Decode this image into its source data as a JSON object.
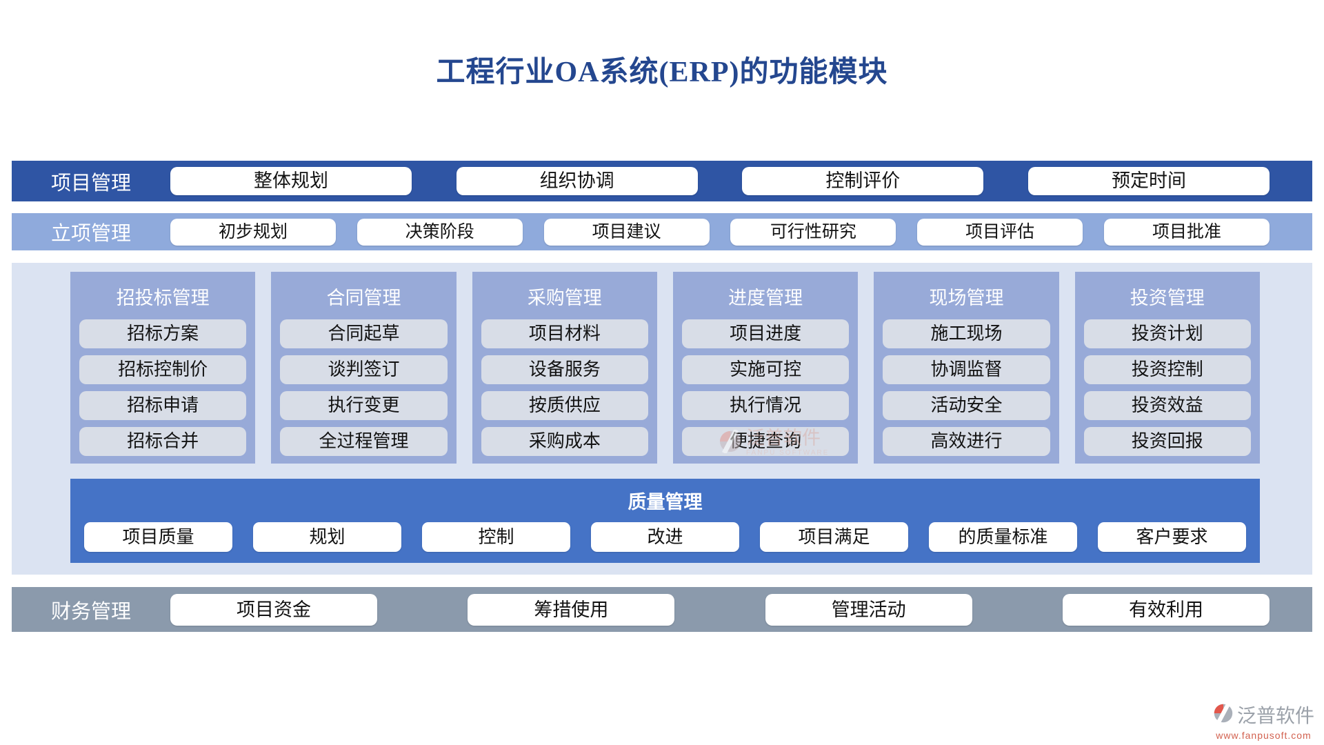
{
  "title": "工程行业OA系统(ERP)的功能模块",
  "rows": {
    "project": {
      "label": "项目管理",
      "items": [
        "整体规划",
        "组织协调",
        "控制评价",
        "预定时间"
      ]
    },
    "initiation": {
      "label": "立项管理",
      "items": [
        "初步规划",
        "决策阶段",
        "项目建议",
        "可行性研究",
        "项目评估",
        "项目批准"
      ]
    }
  },
  "columns": [
    {
      "label": "招投标管理",
      "items": [
        "招标方案",
        "招标控制价",
        "招标申请",
        "招标合并"
      ]
    },
    {
      "label": "合同管理",
      "items": [
        "合同起草",
        "谈判签订",
        "执行变更",
        "全过程管理"
      ]
    },
    {
      "label": "采购管理",
      "items": [
        "项目材料",
        "设备服务",
        "按质供应",
        "采购成本"
      ]
    },
    {
      "label": "进度管理",
      "items": [
        "项目进度",
        "实施可控",
        "执行情况",
        "便捷查询"
      ]
    },
    {
      "label": "现场管理",
      "items": [
        "施工现场",
        "协调监督",
        "活动安全",
        "高效进行"
      ]
    },
    {
      "label": "投资管理",
      "items": [
        "投资计划",
        "投资控制",
        "投资效益",
        "投资回报"
      ]
    }
  ],
  "quality": {
    "label": "质量管理",
    "items": [
      "项目质量",
      "规划",
      "控制",
      "改进",
      "项目满足",
      "的质量标准",
      "客户要求"
    ]
  },
  "finance": {
    "label": "财务管理",
    "items": [
      "项目资金",
      "筹措使用",
      "管理活动",
      "有效利用"
    ]
  },
  "watermark": {
    "name": "泛普软件",
    "sub": "FANPU SOFTWARE"
  },
  "footer": {
    "brand": "泛普软件",
    "url": "www.fanpusoft.com"
  },
  "colors": {
    "title_text": "#24478f",
    "project_band_bg": "#2f55a4",
    "initiation_band_bg": "#8faadc",
    "middle_panel_bg": "#dbe3f2",
    "column_bg": "#98aad8",
    "column_item_bg": "#d8dde7",
    "quality_band_bg": "#4573c6",
    "finance_band_bg": "#8b9aac",
    "brand_red": "#d2614f",
    "brand_gray": "#9ba1a9"
  }
}
